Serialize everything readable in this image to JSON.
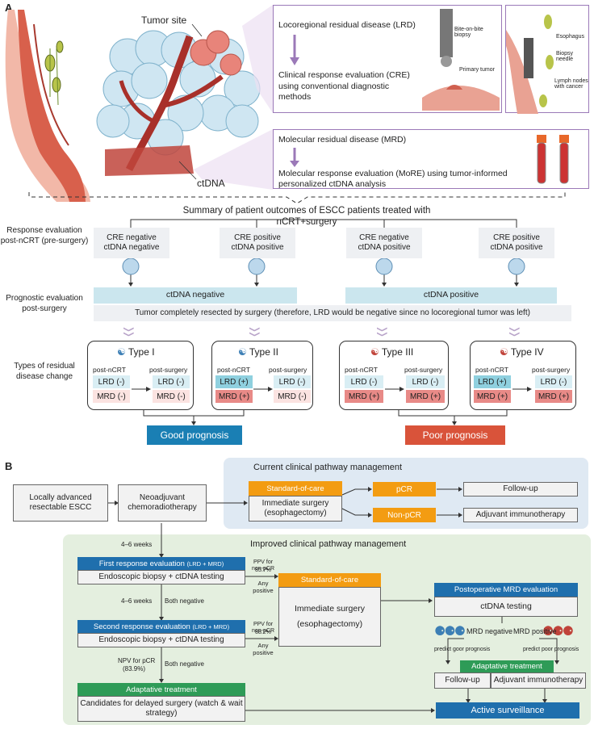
{
  "panel_a": {
    "letter": "A",
    "illustration_labels": {
      "tumor_site": "Tumor site",
      "ctdna": "ctDNA",
      "bite_on_bite": "Bite-on-bite biopsy",
      "primary_tumor": "Primary tumor",
      "esophagus": "Esophagus",
      "biopsy_needle": "Biopsy needle",
      "lymph_nodes": "Lymph nodes with cancer"
    },
    "lrd_box": {
      "line1": "Locoregional residual disease (LRD)",
      "line2": "Clinical response evaluation (CRE) using conventional diagnostic methods"
    },
    "mrd_box": {
      "line1": "Molecular residual disease (MRD)",
      "line2": "Molecular response evaluation (MoRE) using tumor-informed personalized ctDNA analysis"
    },
    "summary_title": "Summary of patient outcomes of ESCC patients treated with nCRT+surgery",
    "row_labels": {
      "response": "Response evaluation post-nCRT (pre-surgery)",
      "prognostic": "Prognostic evaluation post-surgery",
      "types": "Types of residual disease change"
    },
    "groups": [
      {
        "l1": "CRE negative",
        "l2": "ctDNA negative"
      },
      {
        "l1": "CRE positive",
        "l2": "ctDNA positive"
      },
      {
        "l1": "CRE negative",
        "l2": "ctDNA positive"
      },
      {
        "l1": "CRE positive",
        "l2": "ctDNA positive"
      }
    ],
    "ctdna_negative": "ctDNA negative",
    "ctdna_positive": "ctDNA positive",
    "resected_note": "Tumor completely resected by surgery (therefore, LRD would be negative since no locoregional tumor was left)",
    "types": [
      {
        "name": "Type I",
        "pre": "post-nCRT",
        "post": "post-surgery",
        "lrd_pre": "LRD (-)",
        "mrd_pre": "MRD (-)",
        "lrd_post": "LRD (-)",
        "mrd_post": "MRD (-)"
      },
      {
        "name": "Type II",
        "pre": "post-nCRT",
        "post": "post-surgery",
        "lrd_pre": "LRD (+)",
        "mrd_pre": "MRD (+)",
        "lrd_post": "LRD (-)",
        "mrd_post": "MRD (-)"
      },
      {
        "name": "Type III",
        "pre": "post-nCRT",
        "post": "post-surgery",
        "lrd_pre": "LRD (-)",
        "mrd_pre": "MRD (+)",
        "lrd_post": "LRD (-)",
        "mrd_post": "MRD (+)"
      },
      {
        "name": "Type IV",
        "pre": "post-nCRT",
        "post": "post-surgery",
        "lrd_pre": "LRD (+)",
        "mrd_pre": "MRD (+)",
        "lrd_post": "LRD (-)",
        "mrd_post": "MRD (+)"
      }
    ],
    "good_prognosis": "Good prognosis",
    "poor_prognosis": "Poor prognosis"
  },
  "panel_b": {
    "letter": "B",
    "locally_advanced": "Locally advanced resectable ESCC",
    "neoadjuvant": "Neoadjuvant chemoradiotherapy",
    "current": {
      "title": "Current clinical pathway management",
      "standard": "Standard-of-care",
      "surgery": "Immediate surgery (esophagectomy)",
      "pcr": "pCR",
      "non_pcr": "Non-pCR",
      "follow_up": "Follow-up",
      "adjuvant": "Adjuvant immunotherapy"
    },
    "improved": {
      "title": "Improved clinical pathway management",
      "weeks1": "4–6 weeks",
      "weeks2": "4–6 weeks",
      "first_hdr": "First response evaluation",
      "first_tag": "(LRD + MRD)",
      "first_body": "Endoscopic biopsy + ctDNA testing",
      "second_hdr": "Second response evaluation",
      "second_tag": "(LRD + MRD)",
      "second_body": "Endoscopic biopsy + ctDNA testing",
      "both_negative_1": "Both negative",
      "both_negative_2": "Both negative",
      "ppv1": "PPV for non-pCR",
      "ppv1_val": "85.7%",
      "ppv2": "PPV for non-pCR",
      "ppv2_val": "88.2%",
      "any_positive_1": "Any positive",
      "any_positive_2": "Any positive",
      "npv": "NPV for pCR",
      "npv_val": "(83.9%)",
      "standard": "Standard-of-care",
      "surgery": "Immediate surgery (esophagectomy)",
      "adaptative_hdr": "Adaptative treatment",
      "adaptative_body": "Candidates for delayed surgery (watch & wait strategy)",
      "post_mrd_hdr": "Postoperative MRD evaluation",
      "post_mrd_body": "ctDNA testing",
      "mrd_negative": "MRD negative",
      "mrd_positive": "MRD positive",
      "predict_good": "predict goor prognosis",
      "predict_poor": "predict poor prognosis",
      "adaptative2_hdr": "Adaptative treatment",
      "follow_up": "Follow-up",
      "adjuvant": "Adjuvant immunotherapy",
      "active": "Active surveillance"
    }
  },
  "colors": {
    "blue_header": "#1f6fad",
    "orange_header": "#f39c12",
    "green_header": "#2e9b57",
    "good": "#1a7fb4",
    "poor": "#d9533a",
    "arrow_purple": "#9b79b8"
  }
}
